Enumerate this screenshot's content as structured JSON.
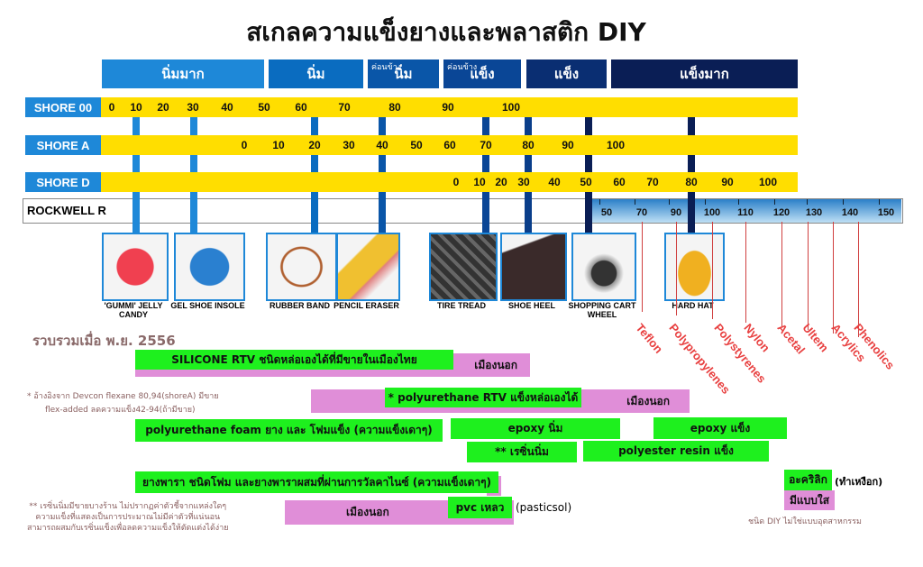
{
  "title": "สเกลความแข็งยางและพลาสติก DIY",
  "categories": [
    {
      "label": "นิ่มมาก",
      "prefix": "",
      "color": "#1e88d8"
    },
    {
      "label": "นิ่ม",
      "prefix": "",
      "color": "#0a6cc0"
    },
    {
      "label": "นิ่ม",
      "prefix": "ค่อนข้าง",
      "color": "#0a56a8"
    },
    {
      "label": "แข็ง",
      "prefix": "ค่อนข้าง",
      "color": "#0a4696"
    },
    {
      "label": "แข็ง",
      "prefix": "",
      "color": "#0a2e72"
    },
    {
      "label": "แข็งมาก",
      "prefix": "",
      "color": "#0a1e55"
    }
  ],
  "scales": [
    {
      "label": "SHORE 00",
      "ticks": [
        "0",
        "10",
        "20",
        "30",
        "40",
        "50",
        "60",
        "70",
        "80",
        "90",
        "100"
      ]
    },
    {
      "label": "SHORE A",
      "ticks": [
        "0",
        "10",
        "20",
        "30",
        "40",
        "50",
        "60",
        "70",
        "80",
        "90",
        "100"
      ]
    },
    {
      "label": "SHORE D",
      "ticks": [
        "0",
        "10",
        "20",
        "30",
        "40",
        "50",
        "60",
        "70",
        "80",
        "90",
        "100"
      ]
    },
    {
      "label": "ROCKWELL R",
      "ticks": [
        "50",
        "70",
        "90",
        "100",
        "110",
        "120",
        "130",
        "140",
        "150"
      ]
    }
  ],
  "examples": [
    "'GUMMI' JELLY CANDY",
    "GEL SHOE INSOLE",
    "RUBBER BAND",
    "PENCIL ERASER",
    "TIRE TREAD",
    "SHOE HEEL",
    "SHOPPING CART WHEEL",
    "HARD HAT"
  ],
  "plastics": [
    "Teflon",
    "Polypropylenes",
    "Polystyrenes",
    "Nylon",
    "Acetal",
    "Ultem",
    "Acrylics",
    "Phenolics"
  ],
  "compiled": "รวบรวมเมื่อ พ.ย. 2556",
  "note1a": "* อ้างอิงจาก Devcon flexane 80,94(shoreA) มีขาย",
  "note1b": "flex-added ลดความแข็ง42-94(ถ้ามีขาย)",
  "materials": {
    "silicone": "SILICONE RTV ชนิดหล่อเองได้ที่มีขายในเมืองไทย",
    "imported": "เมืองนอก",
    "pu_rtv": "* polyurethane RTV แข็งหล่อเองได้",
    "pu_foam": "polyurethane foam ยาง และ โฟมแข็ง (ความแข็งเดาๆ)",
    "epoxy_soft": "epoxy นิ่ม",
    "epoxy_hard": "epoxy แข็ง",
    "resin_soft": "** เรซิ่นนิ่ม",
    "polyester": "polyester resin แข็ง",
    "natural_rubber": "ยางพารา ชนิดโฟม และยางพาราผสมที่ผ่านการวัลคาไนซ์ (ความแข็งเดาๆ)",
    "pvc": "pvc เหลว",
    "pvc_note": "(pasticsol)",
    "acrylic": "อะคริลิก",
    "acrylic_note": "(ทำเหงือก)",
    "clear": "มีแบบใส",
    "diy_note": "ชนิด DIY ไม่ใช่แบบอุตสาหกรรม"
  },
  "note2": [
    "** เรซิ่นนิ่มมีขายบางร้าน ไม่ปรากฏค่าตัวชี้จากแหล่งใดๆ",
    "ความแข็งที่แสดงเป็นการประมาณไม่มีค่าตัวที่แน่นอน",
    "สามารถผสมกับเรซิ่นแข็งเพื่อลดความแข็งให้ตัดแต่งได้ง่าย"
  ]
}
